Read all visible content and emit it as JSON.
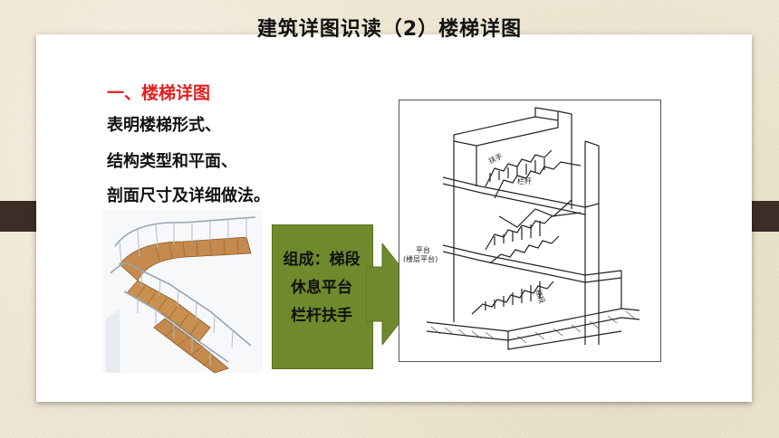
{
  "slide": {
    "title": "建筑详图识读（2）楼梯详图",
    "section_heading": "一、楼梯详图",
    "body_lines": [
      "表明楼梯形式、",
      "结构类型和平面、",
      "剖面尺寸及详细做法。"
    ],
    "composition": [
      "组成：梯段",
      "休息平台",
      "栏杆扶手"
    ]
  },
  "drawing_labels": {
    "handrail_end": "扶手",
    "railing": "栏杆",
    "platform": "平台",
    "platform_sub": "(楼层平台)",
    "stair_flight": "梯段"
  },
  "colors": {
    "background": "#efe7d2",
    "card": "#ffffff",
    "heading_red": "#e01f1f",
    "box_green": "#6f8a2d",
    "side_tab": "#3a2e27"
  }
}
